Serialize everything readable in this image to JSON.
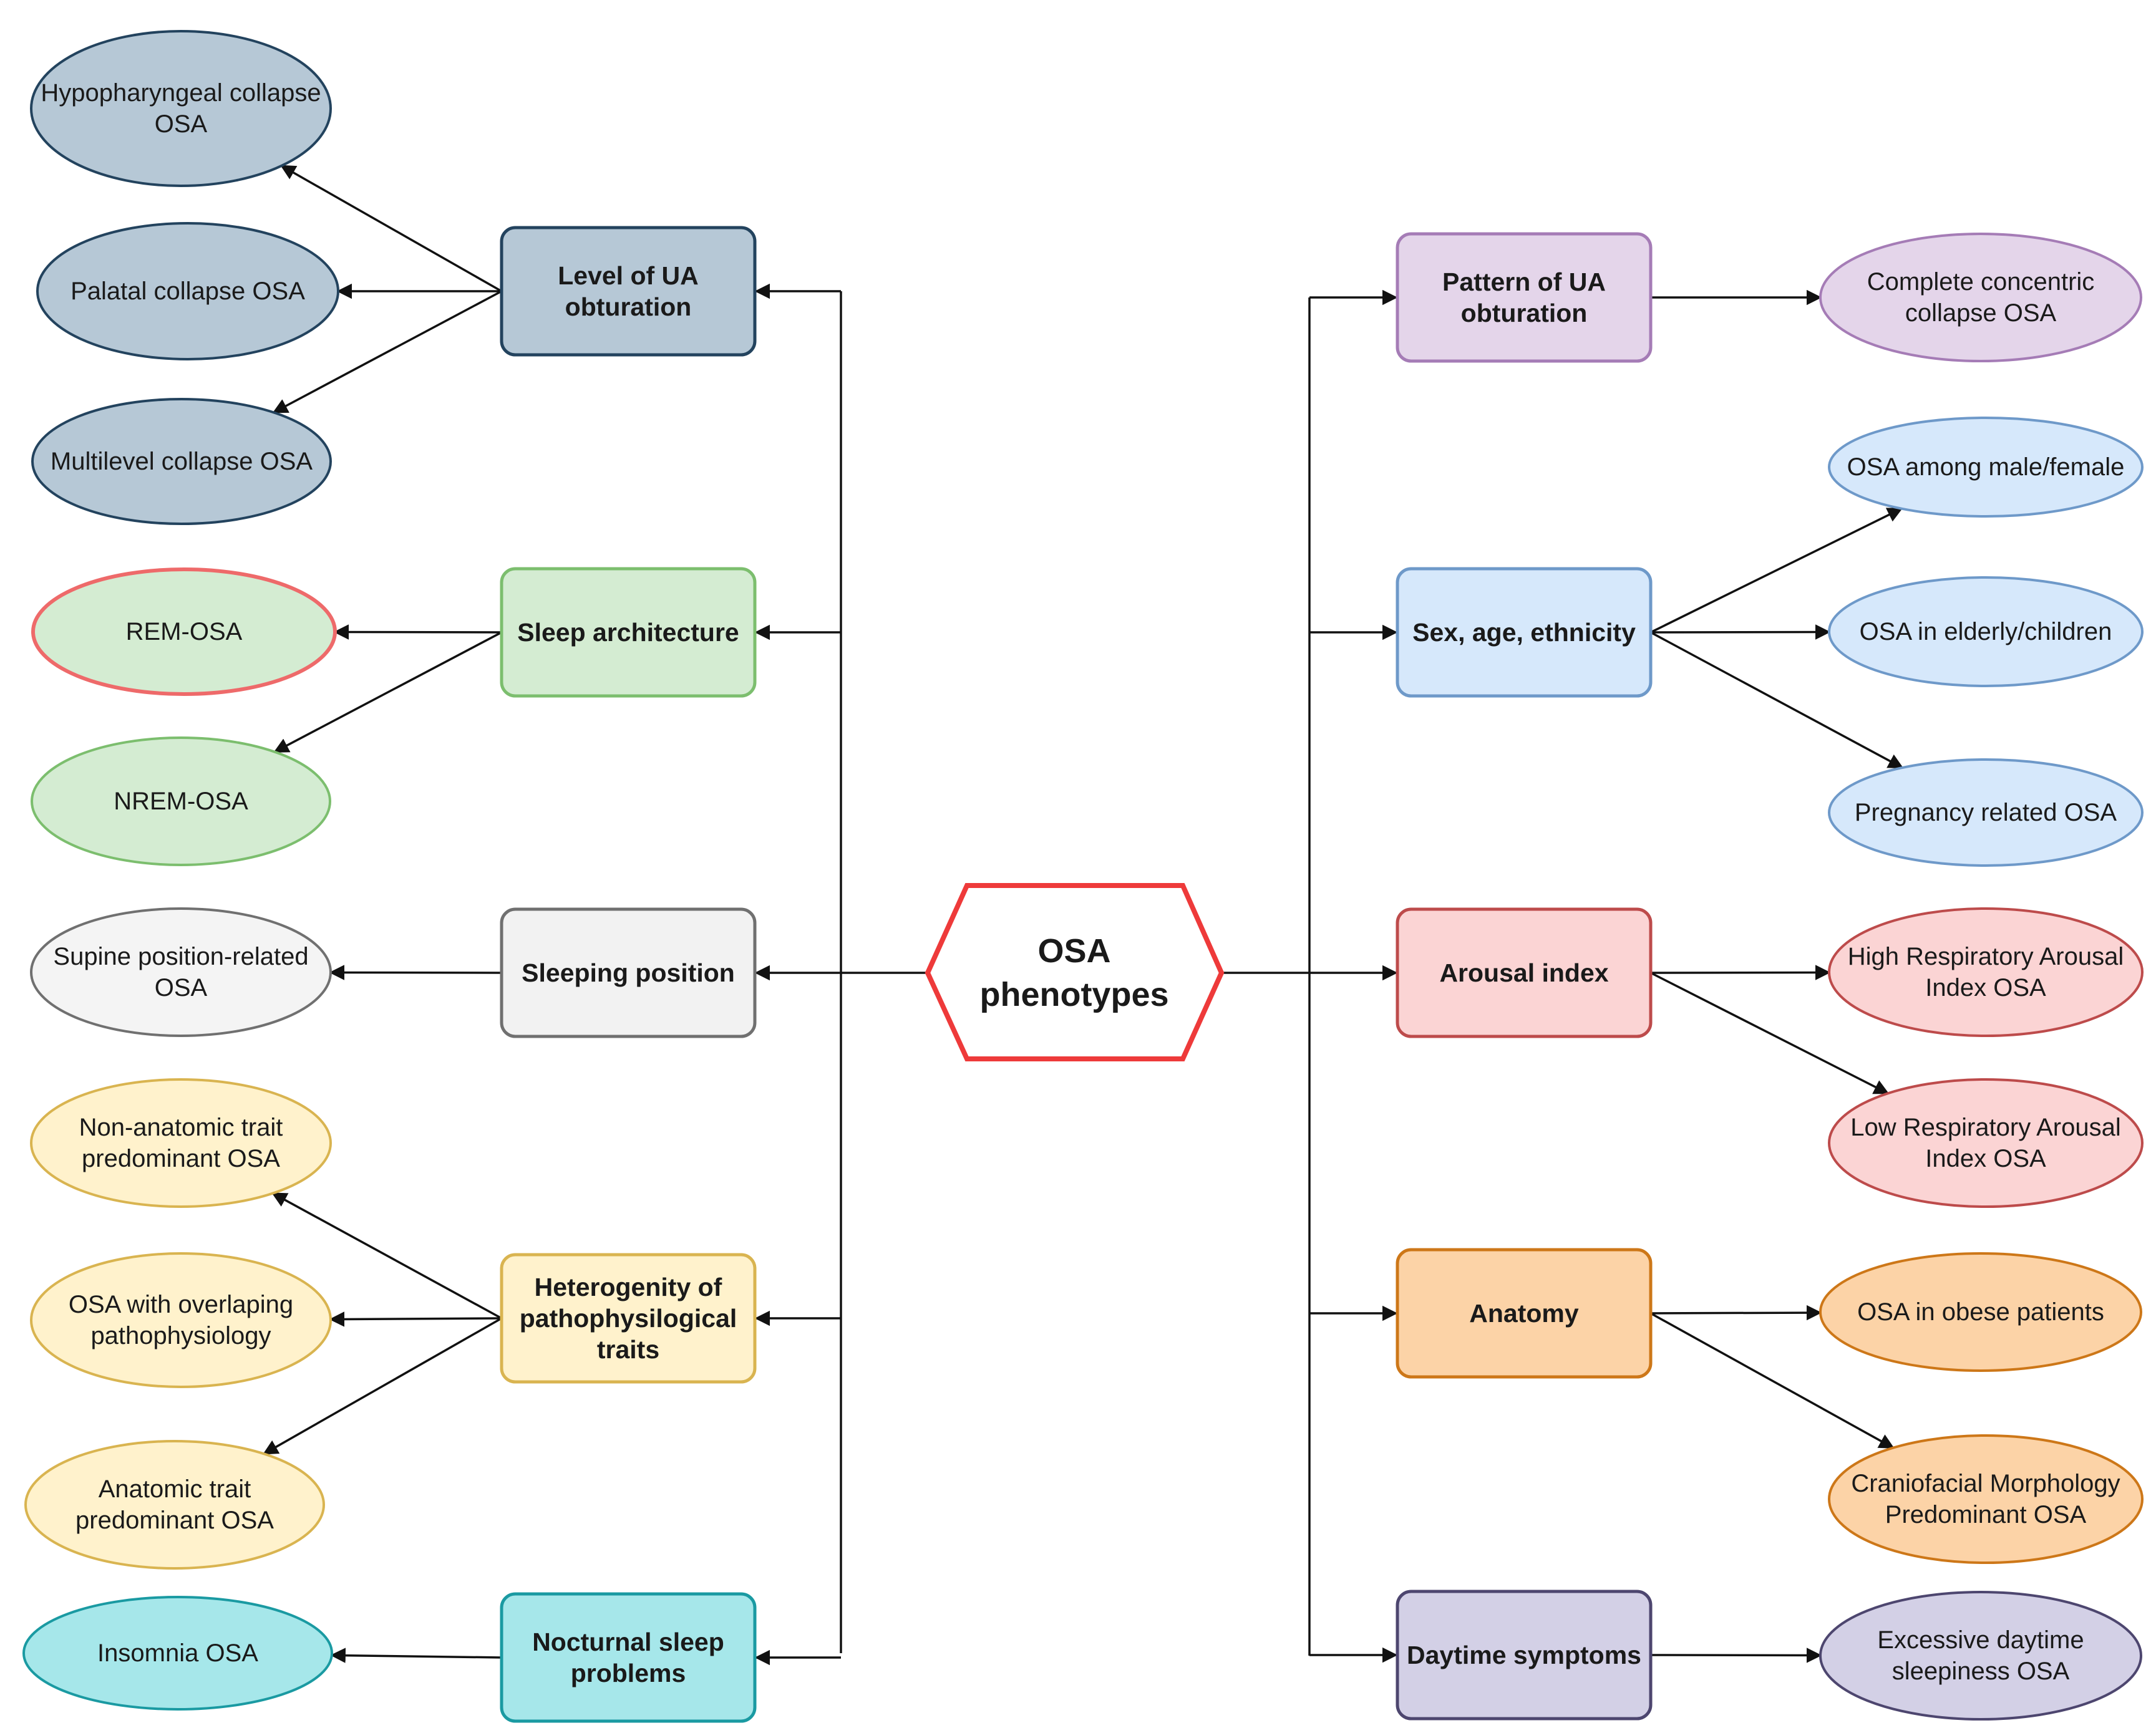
{
  "center": {
    "lines": [
      "OSA",
      "phenotypes"
    ],
    "stroke": "#ee3a3a"
  },
  "categories": [
    {
      "id": "level_ua",
      "lines": [
        "Level of UA",
        "obturation"
      ],
      "fill": "#b6c8d6",
      "stroke": "#23435e"
    },
    {
      "id": "sleep_arch",
      "lines": [
        "Sleep architecture"
      ],
      "fill": "#d4ecd2",
      "stroke": "#7cbe6e"
    },
    {
      "id": "sleep_pos",
      "lines": [
        "Sleeping position"
      ],
      "fill": "#f2f2f2",
      "stroke": "#707070"
    },
    {
      "id": "hetero",
      "lines": [
        "Heterogenity of",
        "pathophysilogical",
        "traits"
      ],
      "fill": "#fff2cc",
      "stroke": "#d9b450"
    },
    {
      "id": "nocturnal",
      "lines": [
        "Nocturnal sleep",
        "problems"
      ],
      "fill": "#a6e7ea",
      "stroke": "#1a9aa2"
    },
    {
      "id": "pattern_ua",
      "lines": [
        "Pattern of UA",
        "obturation"
      ],
      "fill": "#e4d5ea",
      "stroke": "#a57cb6"
    },
    {
      "id": "sex_age",
      "lines": [
        "Sex, age, ethnicity"
      ],
      "fill": "#d6e8fb",
      "stroke": "#6e99c9"
    },
    {
      "id": "arousal",
      "lines": [
        "Arousal index"
      ],
      "fill": "#fbd4d4",
      "stroke": "#bd4b4b"
    },
    {
      "id": "anatomy",
      "lines": [
        "Anatomy"
      ],
      "fill": "#fcd3a7",
      "stroke": "#cd7718"
    },
    {
      "id": "daytime",
      "lines": [
        "Daytime symptoms"
      ],
      "fill": "#d3d0e6",
      "stroke": "#4d466f"
    }
  ],
  "leaves": [
    {
      "id": "hypo",
      "parent": "level_ua",
      "lines": [
        "Hypopharyngeal collapse",
        "OSA"
      ],
      "fill": "#b6c8d6",
      "stroke": "#23435e"
    },
    {
      "id": "palatal",
      "parent": "level_ua",
      "lines": [
        "Palatal collapse OSA"
      ],
      "fill": "#b6c8d6",
      "stroke": "#23435e"
    },
    {
      "id": "multilevel",
      "parent": "level_ua",
      "lines": [
        "Multilevel collapse OSA"
      ],
      "fill": "#b6c8d6",
      "stroke": "#23435e"
    },
    {
      "id": "rem",
      "parent": "sleep_arch",
      "lines": [
        "REM-OSA"
      ],
      "fill": "#d4ecd2",
      "stroke": "#ee6a6a"
    },
    {
      "id": "nrem",
      "parent": "sleep_arch",
      "lines": [
        "NREM-OSA"
      ],
      "fill": "#d4ecd2",
      "stroke": "#7cbe6e"
    },
    {
      "id": "supine",
      "parent": "sleep_pos",
      "lines": [
        "Supine position-related",
        "OSA"
      ],
      "fill": "#f4f4f4",
      "stroke": "#707070"
    },
    {
      "id": "nonanat",
      "parent": "hetero",
      "lines": [
        "Non-anatomic trait",
        "predominant OSA"
      ],
      "fill": "#fff2cc",
      "stroke": "#d9b450"
    },
    {
      "id": "overlap",
      "parent": "hetero",
      "lines": [
        "OSA with  overlaping",
        "pathophysiology"
      ],
      "fill": "#fff2cc",
      "stroke": "#d9b450"
    },
    {
      "id": "anattrait",
      "parent": "hetero",
      "lines": [
        "Anatomic trait",
        "predominant OSA"
      ],
      "fill": "#fff2cc",
      "stroke": "#d9b450"
    },
    {
      "id": "insomnia",
      "parent": "nocturnal",
      "lines": [
        "Insomnia OSA"
      ],
      "fill": "#a6e7ea",
      "stroke": "#1a9aa2"
    },
    {
      "id": "concentric",
      "parent": "pattern_ua",
      "lines": [
        "Complete concentric",
        "collapse OSA"
      ],
      "fill": "#e4d5ea",
      "stroke": "#a57cb6"
    },
    {
      "id": "malefemale",
      "parent": "sex_age",
      "lines": [
        "OSA among male/female"
      ],
      "fill": "#d6e8fb",
      "stroke": "#6e99c9"
    },
    {
      "id": "elderly",
      "parent": "sex_age",
      "lines": [
        "OSA in elderly/children"
      ],
      "fill": "#d6e8fb",
      "stroke": "#6e99c9"
    },
    {
      "id": "pregnancy",
      "parent": "sex_age",
      "lines": [
        "Pregnancy related OSA"
      ],
      "fill": "#d6e8fb",
      "stroke": "#6e99c9"
    },
    {
      "id": "higharousal",
      "parent": "arousal",
      "lines": [
        "High Respiratory Arousal",
        "Index OSA"
      ],
      "fill": "#fbd4d4",
      "stroke": "#bd4b4b"
    },
    {
      "id": "lowarousal",
      "parent": "arousal",
      "lines": [
        "Low Respiratory Arousal",
        "Index OSA"
      ],
      "fill": "#fbd4d4",
      "stroke": "#bd4b4b"
    },
    {
      "id": "obese",
      "parent": "anatomy",
      "lines": [
        "OSA in obese patients"
      ],
      "fill": "#fcd3a7",
      "stroke": "#cd7718"
    },
    {
      "id": "cranio",
      "parent": "anatomy",
      "lines": [
        "Craniofacial Morphology",
        "Predominant OSA"
      ],
      "fill": "#fcd3a7",
      "stroke": "#cd7718"
    },
    {
      "id": "daytimesleep",
      "parent": "daytime",
      "lines": [
        "Excessive daytime",
        "sleepiness OSA"
      ],
      "fill": "#d3d0e6",
      "stroke": "#4d466f"
    }
  ]
}
